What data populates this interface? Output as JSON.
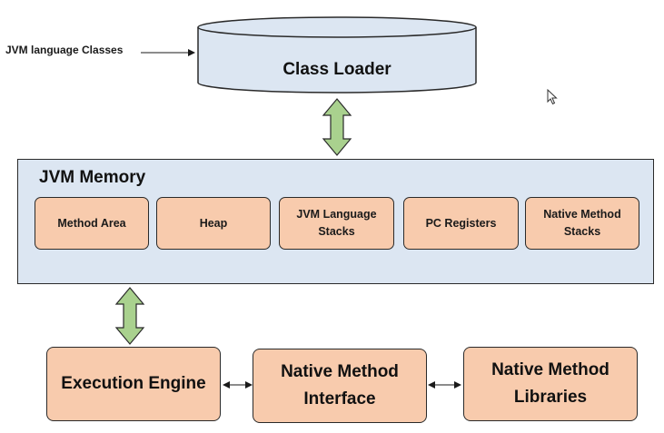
{
  "input": {
    "label": "JVM language Classes"
  },
  "class_loader": {
    "label": "Class Loader"
  },
  "jvm_memory": {
    "title": "JVM Memory",
    "regions": [
      {
        "label": "Method Area"
      },
      {
        "label": "Heap"
      },
      {
        "label": "JVM Language\nStacks"
      },
      {
        "label": "PC Registers"
      },
      {
        "label": "Native Method\nStacks"
      }
    ]
  },
  "execution_engine": {
    "label": "Execution Engine"
  },
  "native_interface": {
    "label": "Native Method\nInterface"
  },
  "native_libraries": {
    "label": "Native Method\nLibraries"
  },
  "colors": {
    "memory_fill": "#dce6f2",
    "component_fill": "#f8cbad",
    "db_fill": "#dce6f2",
    "arrow_fill": "#a9d18e"
  },
  "icons": {
    "cursor": "mouse-pointer-icon"
  }
}
